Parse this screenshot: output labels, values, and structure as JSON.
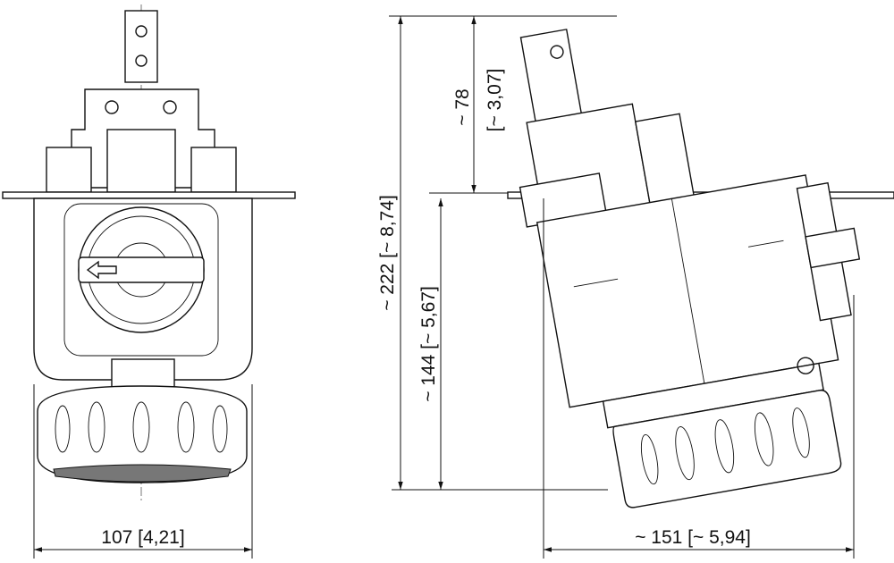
{
  "drawing": {
    "front_width_label": "107 [4,21]",
    "side_width_label": "~ 151 [~ 5,94]",
    "total_height_label": "~ 222 [~ 8,74]",
    "lower_height_label": "~ 144 [~ 5,67]",
    "upper_height_label_mm": "~ 78",
    "upper_height_label_in": "[~ 3,07]"
  }
}
